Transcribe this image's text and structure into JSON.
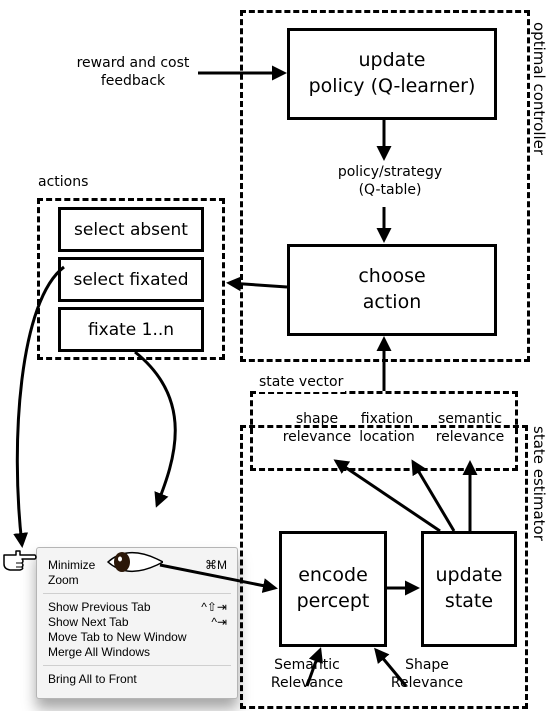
{
  "optimal_controller": {
    "label": "optimal controller",
    "update_policy": "update\npolicy (Q-learner)",
    "policy_label": "policy/strategy\n(Q-table)",
    "choose_action": "choose\naction"
  },
  "feedback_label": "reward and cost\nfeedback",
  "actions": {
    "title": "actions",
    "items": [
      "select absent",
      "select fixated",
      "fixate 1..n"
    ]
  },
  "state_vector": {
    "title": "state vector",
    "items": [
      "shape\nrelevance",
      "fixation\nlocation",
      "semantic\nrelevance"
    ]
  },
  "state_estimator": {
    "label": "state estimator",
    "encode_percept": "encode\npercept",
    "update_state": "update\nstate",
    "inputs": [
      "Semantic\nRelevance",
      "Shape\nRelevance"
    ]
  },
  "menu": {
    "items": [
      {
        "label": "Minimize",
        "shortcut": "⌘M"
      },
      {
        "label": "Zoom",
        "shortcut": ""
      },
      {
        "label": "Show Previous Tab",
        "shortcut": "^⇧⇥"
      },
      {
        "label": "Show Next Tab",
        "shortcut": "^⇥"
      },
      {
        "label": "Move Tab to New Window",
        "shortcut": ""
      },
      {
        "label": "Merge All Windows",
        "shortcut": ""
      },
      {
        "label": "Bring All to Front",
        "shortcut": ""
      }
    ]
  },
  "icons": [
    "eye-icon",
    "pointing-hand-icon"
  ]
}
